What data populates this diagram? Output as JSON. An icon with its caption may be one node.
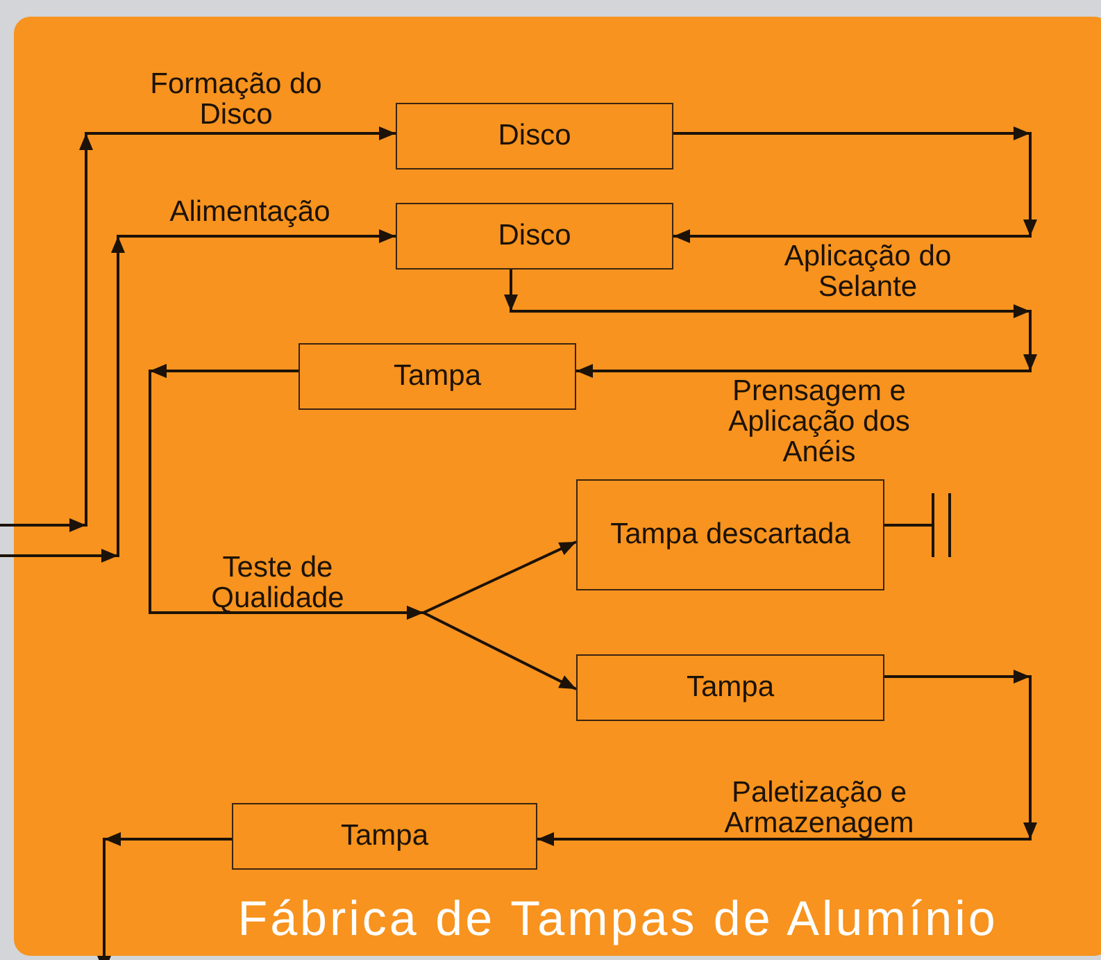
{
  "diagram": {
    "title": "Fábrica de Tampas de Alumínio",
    "nodes": [
      {
        "text": [
          "Disco"
        ]
      },
      {
        "text": [
          "Disco"
        ]
      },
      {
        "text": [
          "Tampa"
        ]
      },
      {
        "text": [
          "Tampa descartada"
        ]
      },
      {
        "text": [
          "Tampa"
        ]
      },
      {
        "text": [
          "Tampa"
        ]
      }
    ],
    "edges": [
      {
        "from": null,
        "to": 0,
        "arrow": "to",
        "label": "Formação do Disco"
      },
      {
        "from": null,
        "to": 1,
        "arrow": "to",
        "label": "Alimentação"
      },
      {
        "from": 0,
        "to": 1,
        "arrow": "to",
        "label": "Aplicação do Selante"
      },
      {
        "from": 1,
        "to": 2,
        "arrow": "to",
        "label": "Prensagem e Aplicação dos Anéis"
      },
      {
        "from": 2,
        "to": 3,
        "arrow": "to",
        "label": "Teste de Qualidade"
      },
      {
        "from": 2,
        "to": 4,
        "arrow": "to"
      },
      {
        "from": 3,
        "to": null,
        "arrow": "other"
      },
      {
        "from": 4,
        "to": 5,
        "arrow": "to",
        "label": "Paletização e Armazenagem"
      },
      {
        "from": 5,
        "to": null,
        "arrow": "to"
      }
    ]
  }
}
